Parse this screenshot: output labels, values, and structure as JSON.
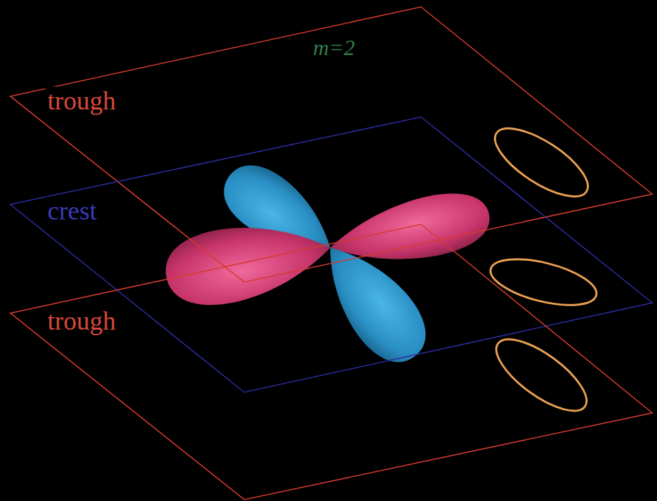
{
  "diagram": {
    "nodes": [
      {
        "text": [
          "trough"
        ]
      },
      {
        "text": [
          "crest"
        ]
      },
      {
        "text": [
          "trough"
        ]
      }
    ],
    "labels": [
      "m=2"
    ]
  }
}
